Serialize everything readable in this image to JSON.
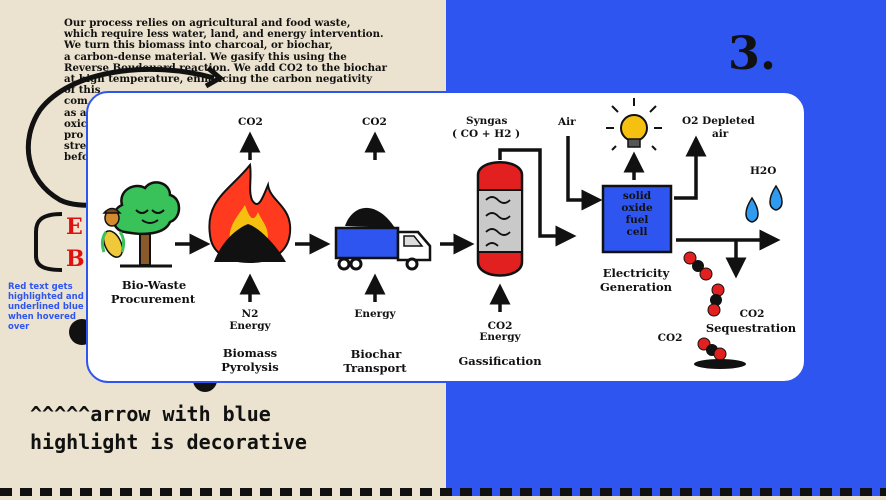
{
  "intro": {
    "lines": [
      "Our process relies on agricultural and food waste,",
      "which require less water, land, and energy intervention.",
      "We turn this biomass into charcoal, or biochar,",
      " a carbon-dense material. We gasify this using the",
      "Reverse Boudouard reaction. We add CO2 to the biochar",
      "at high temperature, enhancing the carbon negativity",
      "of this",
      "com",
      "as a",
      "oxic",
      "pro",
      "stre",
      "befo"
    ]
  },
  "step_number": "3.",
  "red_letters": [
    "E",
    "B"
  ],
  "red_note": "Red text gets highlighted and underlined blue when hovered over",
  "bottom_caption": {
    "line1": "^^^^^arrow with blue",
    "line2": "highlight  is decorative"
  },
  "diagram": {
    "co2_top_1": "CO2",
    "co2_top_2": "CO2",
    "syngas": "Syngas",
    "syngas_formula": "( CO + H2 )",
    "air": "Air",
    "o2_depleted": "O2 Depleted",
    "o2_depleted_2": "air",
    "h2o": "H2O",
    "fuel_cell": [
      "solid",
      "oxide",
      "fuel",
      "cell"
    ],
    "biowaste": "Bio-Waste",
    "procurement": "Procurement",
    "n2": "N2",
    "energy_1": "Energy",
    "energy_2": "Energy",
    "co2_bottom": "CO2",
    "energy_3": "Energy",
    "electricity": "Electricity",
    "generation": "Generation",
    "co2_seq": "CO2",
    "sequestration": "Sequestration",
    "co2_small": "CO2",
    "biomass": "Biomass",
    "pyrolysis": "Pyrolysis",
    "biochar": "Biochar",
    "transport": "Transport",
    "gassification": "Gassification"
  },
  "colors": {
    "accent_blue": "#2f55f0",
    "cream": "#ebe3cf",
    "red_text": "#e01010",
    "fuel_cell_blue": "#2f55f0",
    "gasifier_red": "#e22020"
  }
}
